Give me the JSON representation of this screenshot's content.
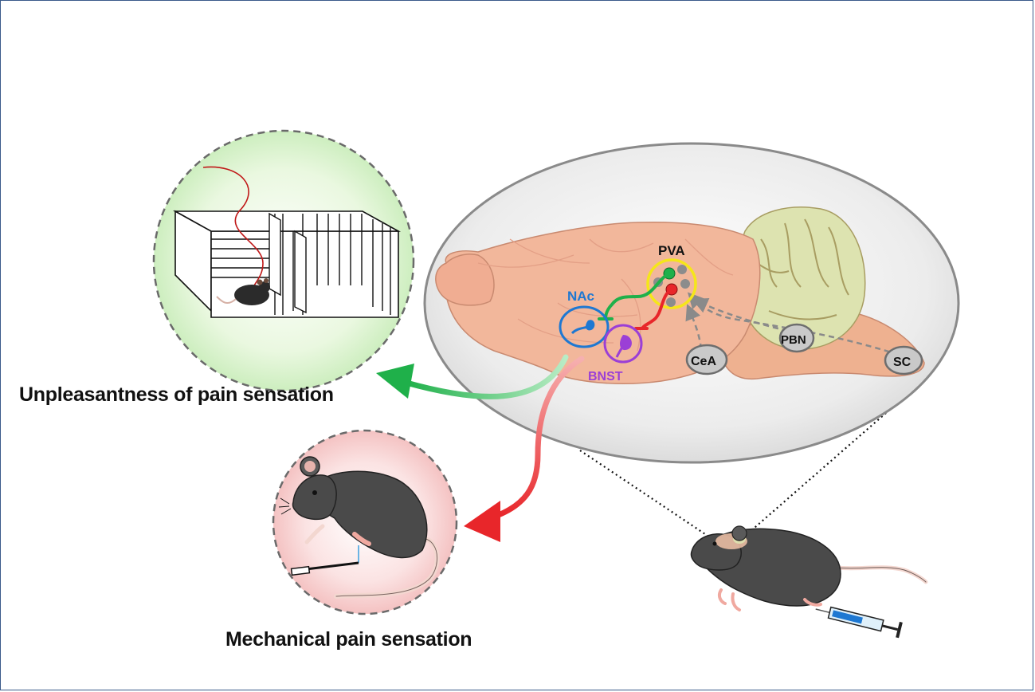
{
  "regions": {
    "pva": "PVA",
    "nac": "NAc",
    "bnst": "BNST",
    "cea": "CeA",
    "pbn": "PBN",
    "sc": "SC"
  },
  "captions": {
    "unpleasantness": "Unpleasantness of pain sensation",
    "mechanical": "Mechanical pain sensation"
  },
  "colors": {
    "frame": "#3a5a8a",
    "nac_pathway": "#1fb04a",
    "bnst_pathway": "#e8262a",
    "nac_label": "#1e78d2",
    "bnst_label": "#9b3fd6",
    "pva_ring": "#f5e61a",
    "brain": "#f2b79b",
    "cerebellum": "#dde3b0",
    "mouse_fur": "#4a4a4a"
  }
}
